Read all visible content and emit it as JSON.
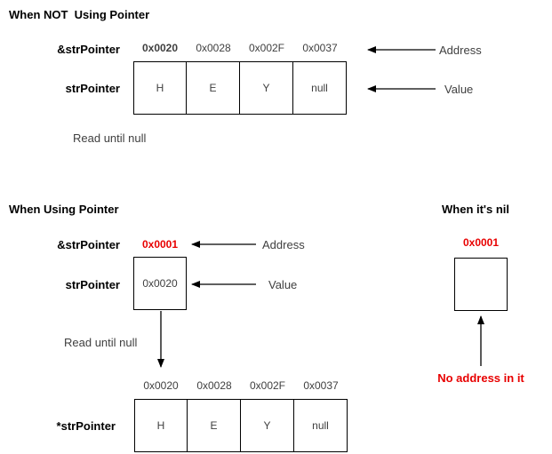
{
  "colors": {
    "red": "#e80000",
    "gray": "#3f3f3f",
    "black": "#000000"
  },
  "section_not_pointer": {
    "title": "When NOT  Using Pointer",
    "var_address": "&strPointer",
    "var_value": "strPointer",
    "addresses": [
      "0x0020",
      "0x0028",
      "0x002F",
      "0x0037"
    ],
    "cells": [
      "H",
      "E",
      "Y",
      "null"
    ],
    "address_annotation": "Address",
    "value_annotation": "Value",
    "note": "Read until null"
  },
  "section_pointer": {
    "title": "When Using Pointer",
    "var_address": "&strPointer",
    "pointer_address": "0x0001",
    "address_annotation": "Address",
    "var_value": "strPointer",
    "pointer_box_value": "0x0020",
    "value_annotation": "Value",
    "note": "Read until null",
    "deref_var": "*strPointer",
    "deref_addresses": [
      "0x0020",
      "0x0028",
      "0x002F",
      "0x0037"
    ],
    "deref_cells": [
      "H",
      "E",
      "Y",
      "null"
    ]
  },
  "section_nil": {
    "title": "When it's nil",
    "pointer_address": "0x0001",
    "note": "No address in it"
  }
}
